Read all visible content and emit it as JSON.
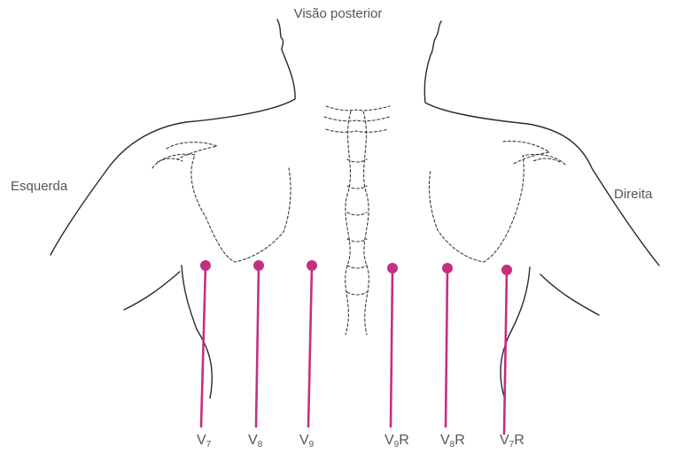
{
  "title": "Visão posterior",
  "side_left": "Esquerda",
  "side_right": "Direita",
  "colors": {
    "electrode": "#c4307f",
    "outline": "#2a2a2a",
    "label": "#555555"
  },
  "leads": [
    {
      "letter": "V",
      "sub": "7",
      "suffix": ""
    },
    {
      "letter": "V",
      "sub": "8",
      "suffix": ""
    },
    {
      "letter": "V",
      "sub": "9",
      "suffix": ""
    },
    {
      "letter": "V",
      "sub": "9",
      "suffix": "R"
    },
    {
      "letter": "V",
      "sub": "8",
      "suffix": "R"
    },
    {
      "letter": "V",
      "sub": "7",
      "suffix": "R"
    }
  ]
}
